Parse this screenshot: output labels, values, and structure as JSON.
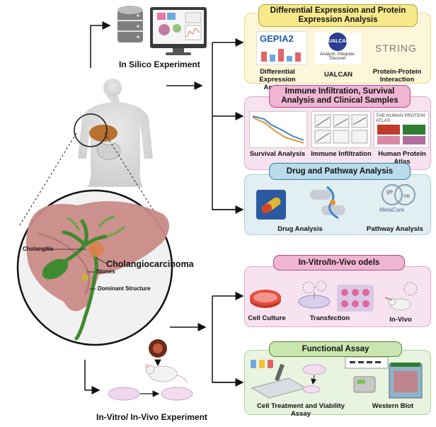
{
  "left": {
    "in_silico_caption": "In Silico Experiment",
    "in_vitro_caption": "In-Vitro/ In-Vivo Experiment",
    "liver_labels": {
      "cholangitis": "Cholangitis",
      "cholangiocarcinoma": "Cholangiocarcinoma",
      "stones": "Stones",
      "dominant": "Dominant Structure"
    }
  },
  "panels": {
    "diff_expr": {
      "title": "Differential Expression and Protein Expression Analysis",
      "gepia_logo": "GEPIA2",
      "ualcan_logo": "UALCAN",
      "ualcan_tagline": "Analyze, Integrate, Discover",
      "string_logo": "STRING",
      "items": [
        "Differential Expression Analysis",
        "UALCAN",
        "Protein-Protein Interaction"
      ]
    },
    "immune": {
      "title": "Immune Infiltration, Survival Analysis  and Clinical Samples",
      "hpa_logo": "THE HUMAN PROTEIN ATLAS",
      "items": [
        "Survival Analysis",
        "Immune Infiltration",
        "Human Protein Atlas"
      ]
    },
    "drug": {
      "title": "Drug and Pathway Analysis",
      "metacore_logo": "MetaCore",
      "items": [
        "Drug Analysis",
        "Pathway Analysis"
      ]
    },
    "invitro": {
      "title": "In-Vitro/In-Vivo odels",
      "items": [
        "Cell Culture",
        "Transfection",
        "In-Vivo"
      ]
    },
    "functional": {
      "title": "Functional Assay",
      "items": [
        "Cell Treatment and Viability Assay",
        "Western Blot"
      ]
    }
  },
  "colors": {
    "yellow_panel": "#fdf6d9",
    "yellow_tab": "#f7e98b",
    "pink_panel": "#f7e3ef",
    "pink_tab": "#f0b5d3",
    "blue_panel": "#e1eef2",
    "blue_tab": "#b9dcea",
    "green_panel": "#e8f3e0",
    "green_tab": "#c9e6b0",
    "liver": "#c98a87",
    "bile": "#3e8a2f"
  }
}
